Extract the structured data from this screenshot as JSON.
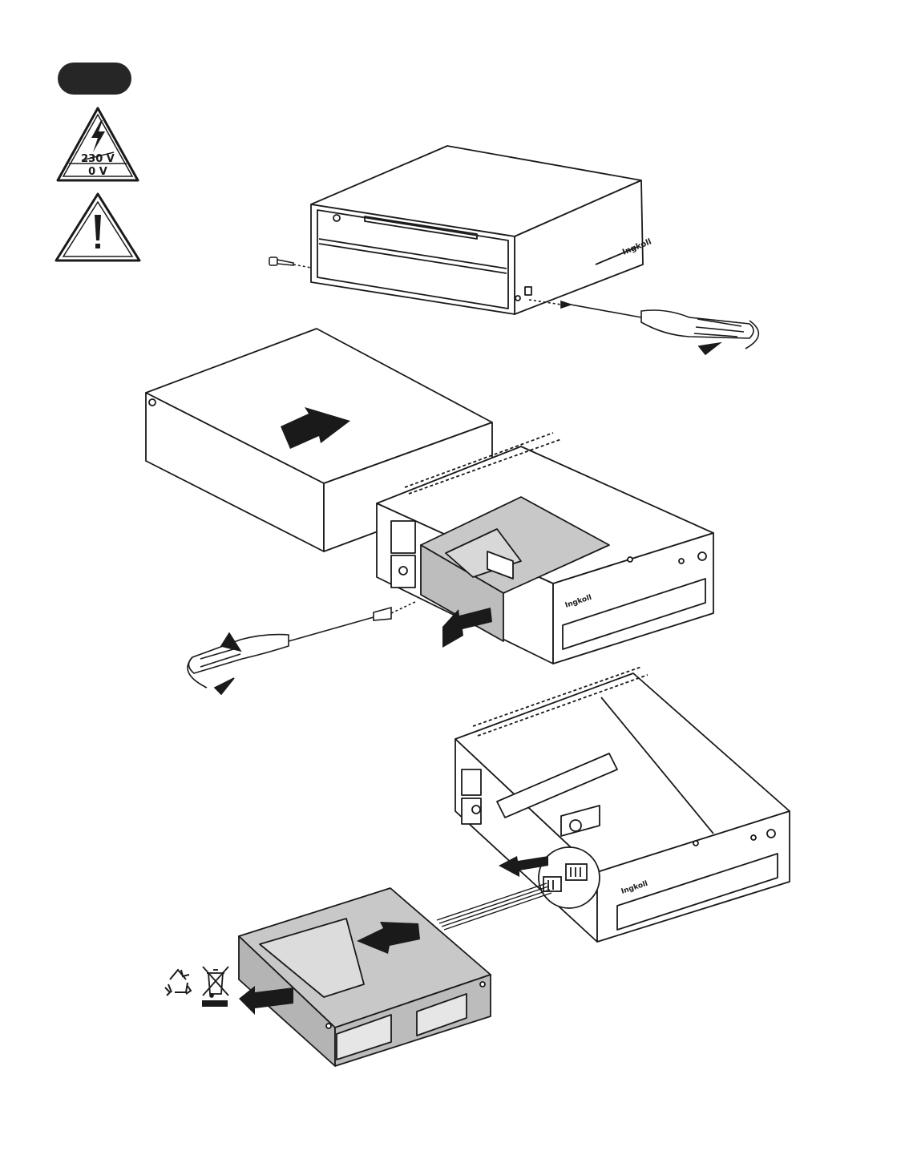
{
  "badge": {
    "color": "#262626"
  },
  "warnings": {
    "voltage": {
      "from_label": "230 V",
      "to_label": "0 V",
      "icon": "high-voltage-icon"
    },
    "caution": {
      "icon": "exclamation-icon"
    }
  },
  "steps": [
    {
      "name": "remove-screws",
      "device": "closed-enclosure"
    },
    {
      "name": "slide-cover-off",
      "device": "open-chassis"
    },
    {
      "name": "remove-battery-pack",
      "device": "battery-pack"
    }
  ],
  "disposal": {
    "icons": [
      "recycle-icon",
      "crossed-bin-icon"
    ]
  },
  "colors": {
    "line": "#1a1a1a",
    "shade": "#c8c8c8",
    "dark": "#262626"
  }
}
